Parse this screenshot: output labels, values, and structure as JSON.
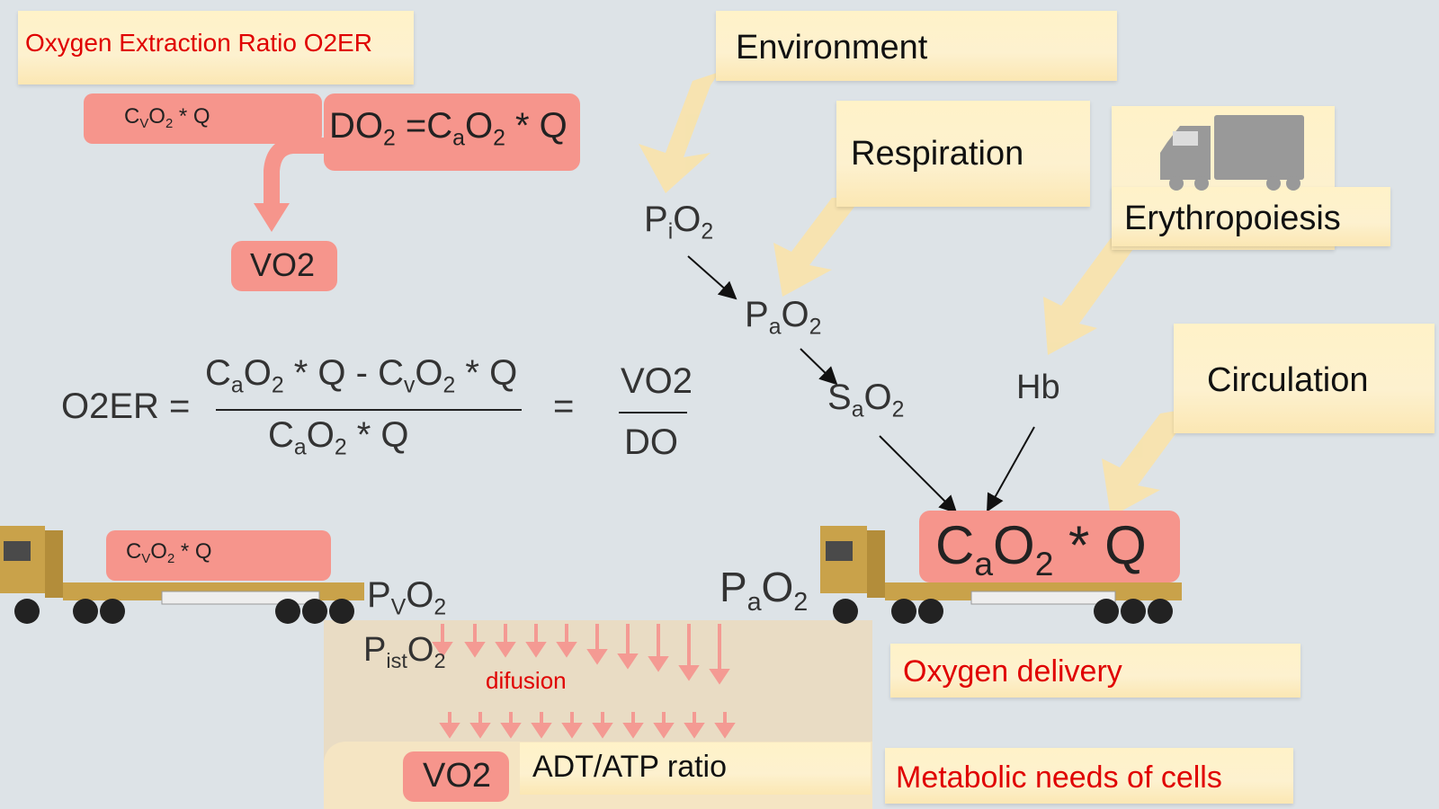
{
  "top_left_title": "Oxygen Extraction Ratio O2ER",
  "cvo2q_small": {
    "c": "C",
    "s1": "V",
    "o": "O",
    "s2": "2",
    "rest": " * Q"
  },
  "do2_formula": {
    "lhs": "DO",
    "lhs_sub": "2",
    "eq": " =C",
    "s1": "a",
    "o": "O",
    "s2": "2",
    "rest": " * Q"
  },
  "vo2_label": "VO2",
  "o2er_label": "O2ER =",
  "numerator": {
    "c1": "C",
    "s1": "a",
    "o1": "O",
    "n1": "2",
    "m": " * Q - C",
    "s2": "v",
    "o2": "O",
    "n2": "2",
    "r": " * Q"
  },
  "denominator": {
    "c": "C",
    "s": "a",
    "o": "O",
    "n": "2",
    "r": " * Q"
  },
  "equals": "=",
  "vo2_numer": "VO2",
  "do_denom": "DO",
  "labels": {
    "environment": "Environment",
    "respiration": "Respiration",
    "erythropoiesis": "Erythropoiesis",
    "circulation": "Circulation",
    "oxygen_delivery": "Oxygen delivery",
    "metabolic": "Metabolic needs of cells",
    "difusion": "difusion",
    "adt_atp": "ADT/ATP ratio",
    "vo2_bottom": "VO2",
    "hb": "Hb"
  },
  "pio2": {
    "p": "P",
    "s": "i",
    "o": "O",
    "n": "2"
  },
  "pao2_mid": {
    "p": "P",
    "s": "a",
    "o": "O",
    "n": "2"
  },
  "sao2": {
    "p": "S",
    "s": "a",
    "o": "O",
    "n": "2"
  },
  "pvo2": {
    "p": "P",
    "s": "V",
    "o": "O",
    "n": "2"
  },
  "pisto2": {
    "p": "P",
    "s": "ist",
    "o": "O",
    "n": "2"
  },
  "pao2_bottom": {
    "p": "P",
    "s": "a",
    "o": "O",
    "n": "2"
  },
  "cao2q_big": {
    "c": "C",
    "s": "a",
    "o": "O",
    "n": "2",
    "r": " * Q"
  },
  "cvo2q_truck": {
    "c": "C",
    "s1": "V",
    "o": "O",
    "s2": "2",
    "rest": " * Q"
  },
  "colors": {
    "pink": "#f6958c",
    "yellow": "#fdf1cf",
    "red_text": "#e00000",
    "background": "#dde3e7"
  }
}
